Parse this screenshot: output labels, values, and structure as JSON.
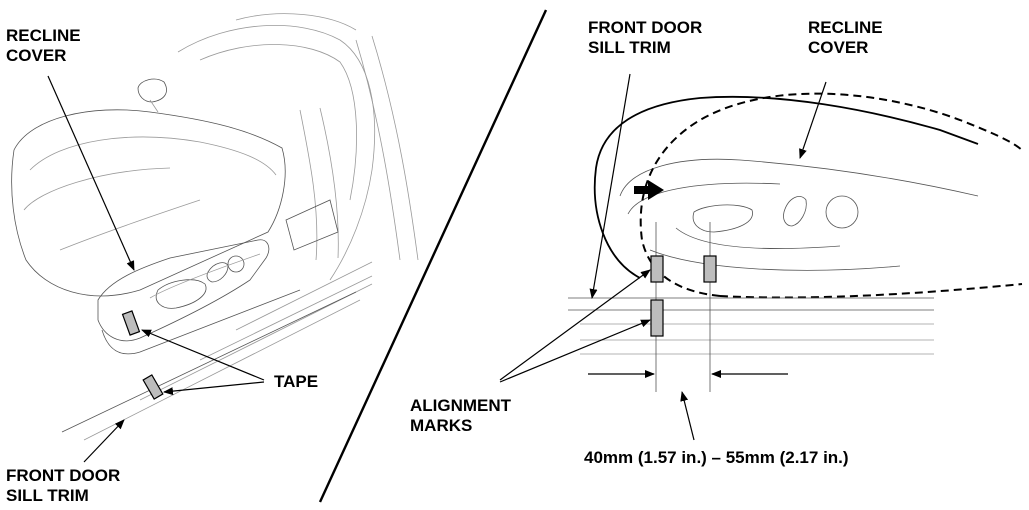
{
  "left_view": {
    "recline_cover_label": [
      "RECLINE",
      "COVER"
    ],
    "tape_label": "TAPE",
    "sill_trim_label": [
      "FRONT DOOR",
      "SILL TRIM"
    ]
  },
  "right_view": {
    "sill_trim_label": [
      "FRONT DOOR",
      "SILL TRIM"
    ],
    "recline_cover_label": [
      "RECLINE",
      "COVER"
    ],
    "alignment_marks_label": [
      "ALIGNMENT",
      "MARKS"
    ],
    "dimension_label": "40mm (1.57 in.) – 55mm (2.17 in.)"
  },
  "colors": {
    "tape_fill": "#bdbdbd",
    "line": "#000000"
  }
}
